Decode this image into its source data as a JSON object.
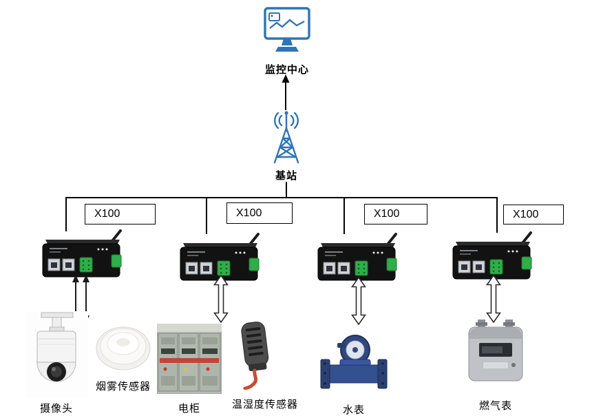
{
  "nodes": {
    "monitor_center": "监控中心",
    "base_station": "基站"
  },
  "gateways": [
    {
      "label": "X100"
    },
    {
      "label": "X100"
    },
    {
      "label": "X100"
    },
    {
      "label": "X100"
    }
  ],
  "devices": [
    {
      "label": "摄像头"
    },
    {
      "label": "烟雾传感器"
    },
    {
      "label": "电柜"
    },
    {
      "label": "温湿度传感器"
    },
    {
      "label": "水表"
    },
    {
      "label": "燃气表"
    }
  ],
  "icons": {
    "monitor": "monitor-icon",
    "base_station": "antenna-tower-icon",
    "uplink_arrow": "up-arrow-icon",
    "link_arrow": "double-headed-arrow-icon",
    "gateway_device": "x100-router-image"
  },
  "colors": {
    "icon_blue": "#2E75B6",
    "line_black": "#000000",
    "router_body": "#141414",
    "terminal_green": "#2fae4a",
    "water_meter_blue": "#33508f",
    "sensor_cable_red": "#cc4a35"
  }
}
